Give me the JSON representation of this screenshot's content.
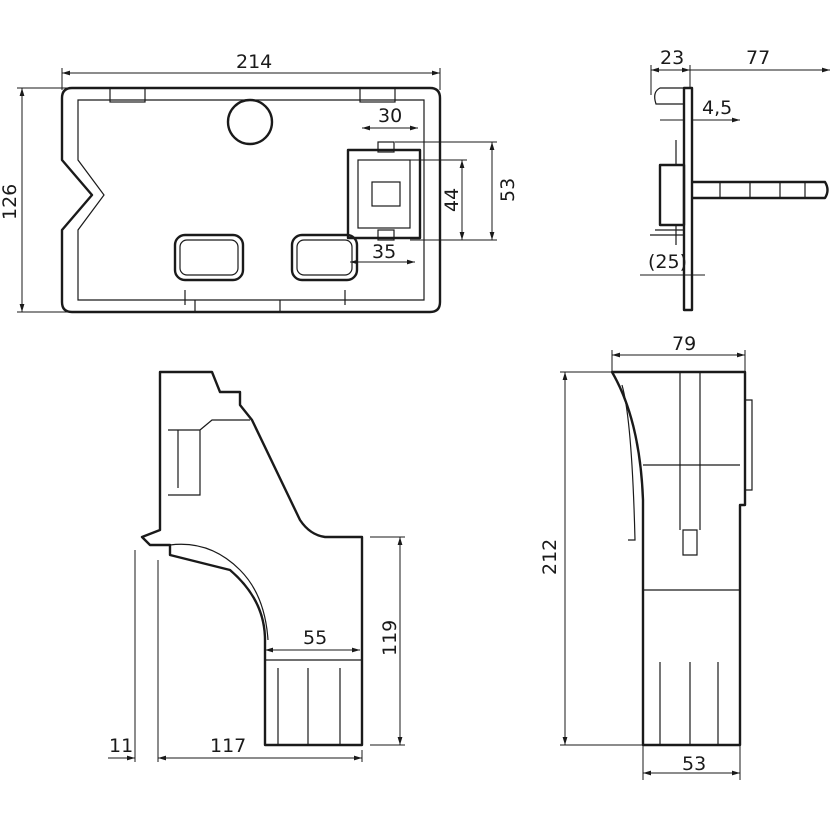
{
  "drawing": {
    "front_view": {
      "width": "214",
      "height": "126",
      "module_width": "30",
      "module_height_inner": "44",
      "module_height_outer": "53",
      "module_offset": "35"
    },
    "side_view": {
      "depth": "23",
      "rod_length": "77",
      "plate": "4,5",
      "reference": "(25)"
    },
    "bottom_left_view": {
      "outlet_width": "55",
      "outlet_height": "119",
      "offset": "11",
      "total_depth": "117"
    },
    "bottom_right_view": {
      "top_width": "79",
      "total_height": "212",
      "outlet_width": "53"
    }
  },
  "colors": {
    "line": "#1a1a1a",
    "background": "#ffffff"
  }
}
